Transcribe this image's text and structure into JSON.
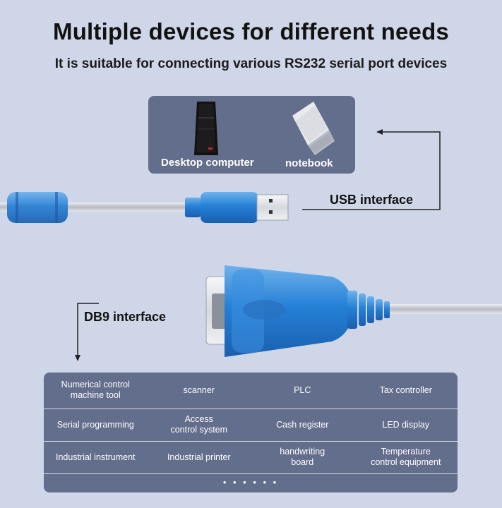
{
  "header": {
    "title": "Multiple devices for different needs",
    "subtitle": "It is suitable for connecting various RS232 serial port devices"
  },
  "devices": [
    {
      "label": "Desktop computer",
      "icon": "desktop-tower-icon"
    },
    {
      "label": "notebook",
      "icon": "laptop-icon"
    }
  ],
  "interfaces": {
    "usb_label": "USB interface",
    "db9_label": "DB9 interface"
  },
  "applications": {
    "rows": [
      [
        "Numerical control\nmachine tool",
        "scanner",
        "PLC",
        "Tax controller"
      ],
      [
        "Serial programming",
        "Access\ncontrol system",
        "Cash register",
        "LED display"
      ],
      [
        "Industrial instrument",
        "Industrial printer",
        "handwriting\nboard",
        "Temperature\ncontrol equipment"
      ]
    ],
    "more": "• • • • • •"
  },
  "colors": {
    "background": "#cfd6e8",
    "panel": "#636d8c",
    "connector_blue": "#2a7fd0",
    "cable_silver": "#c9ccd3"
  }
}
